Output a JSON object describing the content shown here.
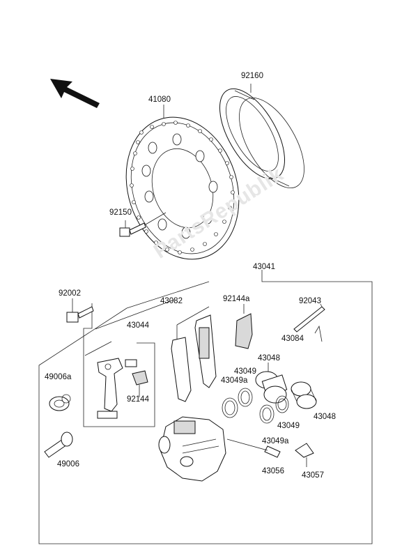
{
  "watermark": "PartsRepublik",
  "labels": {
    "p92160": "92160",
    "p41080": "41080",
    "p92150": "92150",
    "p43041": "43041",
    "p92002": "92002",
    "p43082": "43082",
    "p92144a": "92144a",
    "p92043": "92043",
    "p43044": "43044",
    "p43084": "43084",
    "p43048a": "43048",
    "p43049a": "43049",
    "p43049aa": "43049a",
    "p49006a": "49006a",
    "p92144": "92144",
    "p43048b": "43048",
    "p43049b": "43049",
    "p43049ab": "43049a",
    "p49006": "49006",
    "p43056": "43056",
    "p43057": "43057"
  }
}
